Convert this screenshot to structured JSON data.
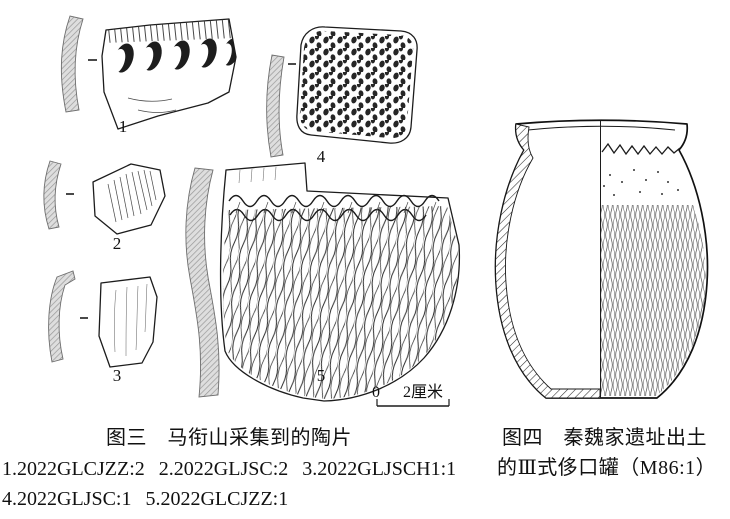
{
  "figure3": {
    "caption": "图三　马衔山采集到的陶片",
    "labels": [
      "1",
      "2",
      "3",
      "4",
      "5"
    ],
    "specimens": [
      "1.2022GLCJZZ:2",
      "2.2022GLJSC:2",
      "3.2022GLJSCH1:1",
      "4.2022GLJSC:1",
      "5.2022GLCJZZ:1"
    ],
    "scale": {
      "start": "0",
      "end": "2厘米"
    }
  },
  "figure4": {
    "caption_line1": "图四　秦魏家遗址出土",
    "caption_line2": "的Ⅲ式侈口罐（M86:1）"
  },
  "colors": {
    "ink": "#1c1c1c",
    "profile_gray": "#d9d9d9",
    "background": "#ffffff"
  }
}
